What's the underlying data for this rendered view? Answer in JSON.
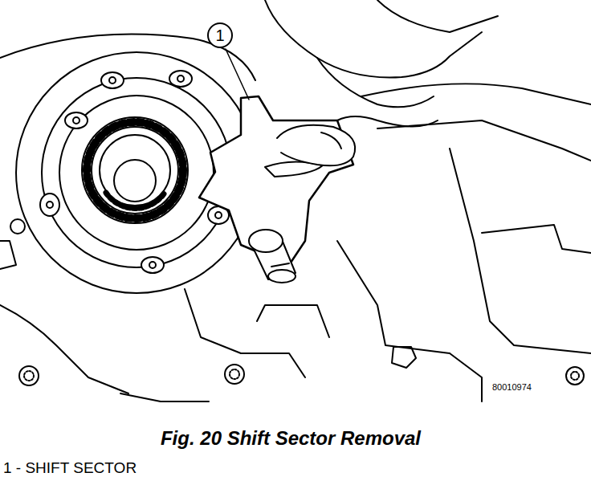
{
  "diagram": {
    "caption": "Fig. 20 Shift Sector Removal",
    "nodes": [
      {
        "text": [
          "1"
        ]
      }
    ],
    "labels": [
      "80010974",
      "1 - SHIFT SECTOR"
    ]
  }
}
